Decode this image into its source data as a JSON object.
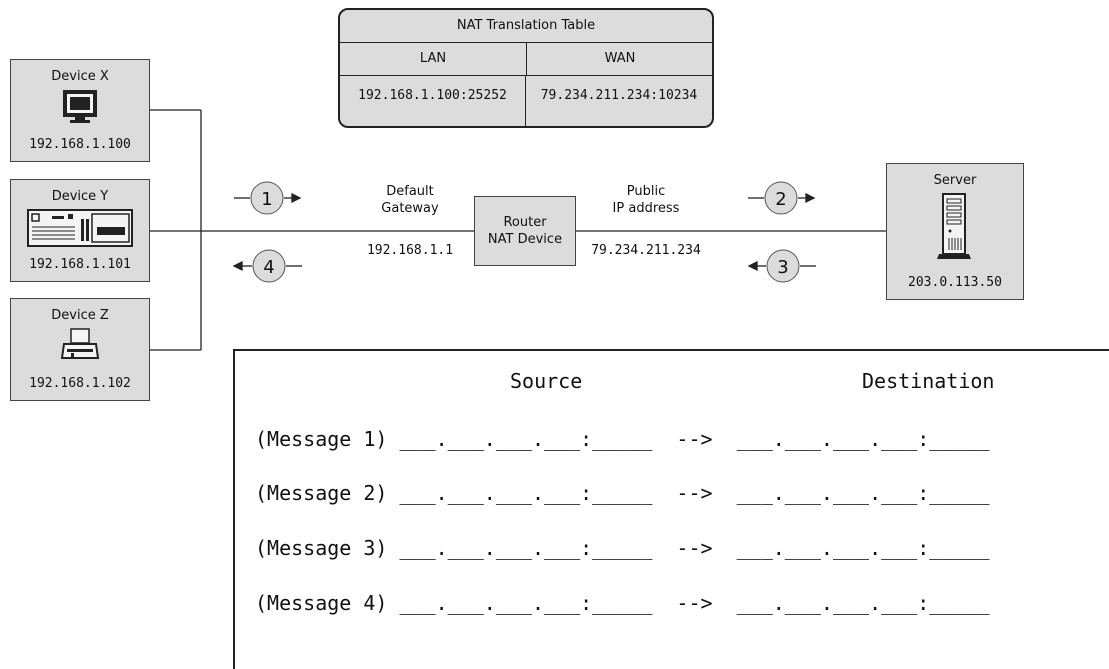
{
  "nat_table": {
    "title": "NAT Translation Table",
    "col_lan": "LAN",
    "col_wan": "WAN",
    "lan_value": "192.168.1.100:25252",
    "wan_value": "79.234.211.234:10234"
  },
  "devices": [
    {
      "name": "Device X",
      "ip": "192.168.1.100",
      "icon": "monitor-icon"
    },
    {
      "name": "Device Y",
      "ip": "192.168.1.101",
      "icon": "desktop-computer-icon"
    },
    {
      "name": "Device Z",
      "ip": "192.168.1.102",
      "icon": "printer-icon"
    }
  ],
  "router": {
    "line1": "Router",
    "line2": "NAT Device"
  },
  "gateway": {
    "label1": "Default",
    "label2": "Gateway",
    "ip": "192.168.1.1"
  },
  "public": {
    "label1": "Public",
    "label2": "IP address",
    "ip": "79.234.211.234"
  },
  "server": {
    "name": "Server",
    "ip": "203.0.113.50",
    "icon": "server-tower-icon"
  },
  "steps": [
    "1",
    "2",
    "3",
    "4"
  ],
  "sheet": {
    "source_header": "Source",
    "destination_header": "Destination",
    "rows": [
      "(Message 1) ___.___.___.___:_____  -->  ___.___.___.___:_____",
      "(Message 2) ___.___.___.___:_____  -->  ___.___.___.___:_____",
      "(Message 3) ___.___.___.___:_____  -->  ___.___.___.___:_____",
      "(Message 4) ___.___.___.___:_____  -->  ___.___.___.___:_____"
    ]
  },
  "colors": {
    "box_fill": "#dcdcdc",
    "line": "#222222"
  }
}
